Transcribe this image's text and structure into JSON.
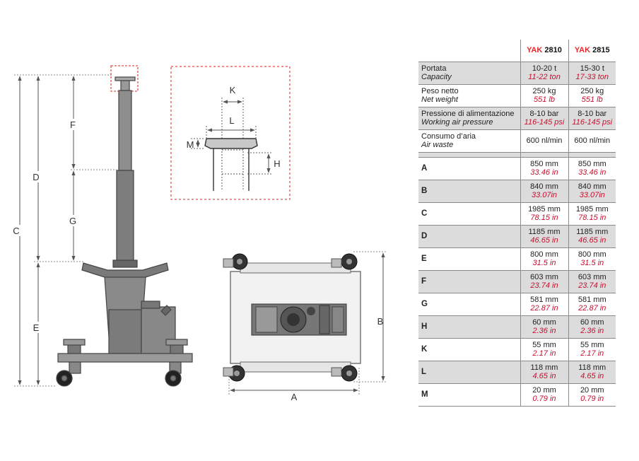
{
  "diagram": {
    "dimension_labels": {
      "C": "C",
      "D": "D",
      "E": "E",
      "F": "F",
      "G": "G",
      "K": "K",
      "L": "L",
      "M": "M",
      "H": "H",
      "A": "A",
      "B": "B"
    }
  },
  "table": {
    "brand": "YAK",
    "models": [
      "2810",
      "2815"
    ],
    "params": [
      {
        "it": "Portata",
        "en": "Capacity",
        "v1": "10-20 t",
        "v1_en": "11-22 ton",
        "v2": "15-30 t",
        "v2_en": "17-33 ton"
      },
      {
        "it": "Peso netto",
        "en": "Net weight",
        "v1": "250 kg",
        "v1_en": "551 lb",
        "v2": "250 kg",
        "v2_en": "551 lb"
      },
      {
        "it": "Pressione di alimentazione",
        "en": "Working air pressure",
        "v1": "8-10 bar",
        "v1_en": "116-145 psi",
        "v2": "8-10 bar",
        "v2_en": "116-145 psi"
      },
      {
        "it": "Consumo d’aria",
        "en": "Air waste",
        "v1": "600 nl/min",
        "v1_en": "",
        "v2": "600 nl/min",
        "v2_en": ""
      }
    ],
    "dims": [
      {
        "label": "A",
        "v1": "850 mm",
        "v1_in": "33.46 in",
        "v2": "850 mm",
        "v2_in": "33.46 in"
      },
      {
        "label": "B",
        "v1": "840 mm",
        "v1_in": "33.07in",
        "v2": "840 mm",
        "v2_in": "33.07in"
      },
      {
        "label": "C",
        "v1": "1985 mm",
        "v1_in": "78.15 in",
        "v2": "1985 mm",
        "v2_in": "78.15 in"
      },
      {
        "label": "D",
        "v1": "1185 mm",
        "v1_in": "46.65 in",
        "v2": "1185 mm",
        "v2_in": "46.65 in"
      },
      {
        "label": "E",
        "v1": "800 mm",
        "v1_in": "31.5 in",
        "v2": "800 mm",
        "v2_in": "31.5 in"
      },
      {
        "label": "F",
        "v1": "603 mm",
        "v1_in": "23.74 in",
        "v2": "603 mm",
        "v2_in": "23.74 in"
      },
      {
        "label": "G",
        "v1": "581 mm",
        "v1_in": "22.87 in",
        "v2": "581 mm",
        "v2_in": "22.87 in"
      },
      {
        "label": "H",
        "v1": "60 mm",
        "v1_in": "2.36 in",
        "v2": "60 mm",
        "v2_in": "2.36 in"
      },
      {
        "label": "K",
        "v1": "55 mm",
        "v1_in": "2.17 in",
        "v2": "55 mm",
        "v2_in": "2.17 in"
      },
      {
        "label": "L",
        "v1": "118 mm",
        "v1_in": "4.65 in",
        "v2": "118 mm",
        "v2_in": "4.65 in"
      },
      {
        "label": "M",
        "v1": "20 mm",
        "v1_in": "0.79 in",
        "v2": "20 mm",
        "v2_in": "0.79 in"
      }
    ]
  },
  "colors": {
    "accent_red": "#e7262b",
    "imperial_red": "#c8102e",
    "row_gray": "#dcdcdc",
    "drawing_gray": "#6b6b6b"
  }
}
